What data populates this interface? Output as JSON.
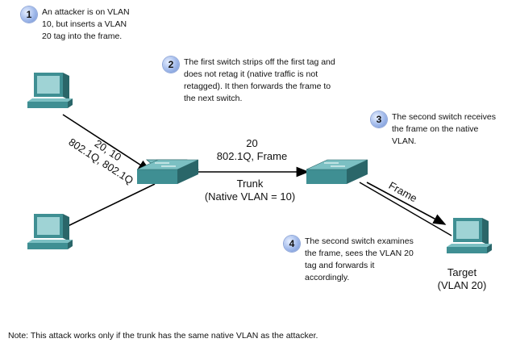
{
  "steps": [
    {
      "number": "1",
      "text": "An attacker is on VLAN\n10, but inserts a VLAN\n20 tag into the frame."
    },
    {
      "number": "2",
      "text": "The first switch strips off the first tag and\ndoes not retag it (native traffic is not\nretagged). It then forwards the frame to\nthe next switch."
    },
    {
      "number": "3",
      "text": "The second switch receives\nthe frame on the native\nVLAN."
    },
    {
      "number": "4",
      "text": "The second switch examines\nthe frame, sees the VLAN 20\ntag and forwards it\naccordingly."
    }
  ],
  "labels": {
    "attacker_tags": "20, 10\n802.1Q, 802.1Q",
    "trunk_frame": "20\n802.1Q, Frame",
    "trunk": "Trunk\n(Native VLAN = 10)",
    "frame": "Frame",
    "target": "Target\n(VLAN 20)"
  },
  "note": "Note: This attack works only if the trunk has the same native VLAN as the attacker.",
  "colors": {
    "device": "#3f8f93",
    "device_light": "#6fb3b6",
    "device_dark": "#2a6669",
    "badge": "#8fa6d8"
  }
}
